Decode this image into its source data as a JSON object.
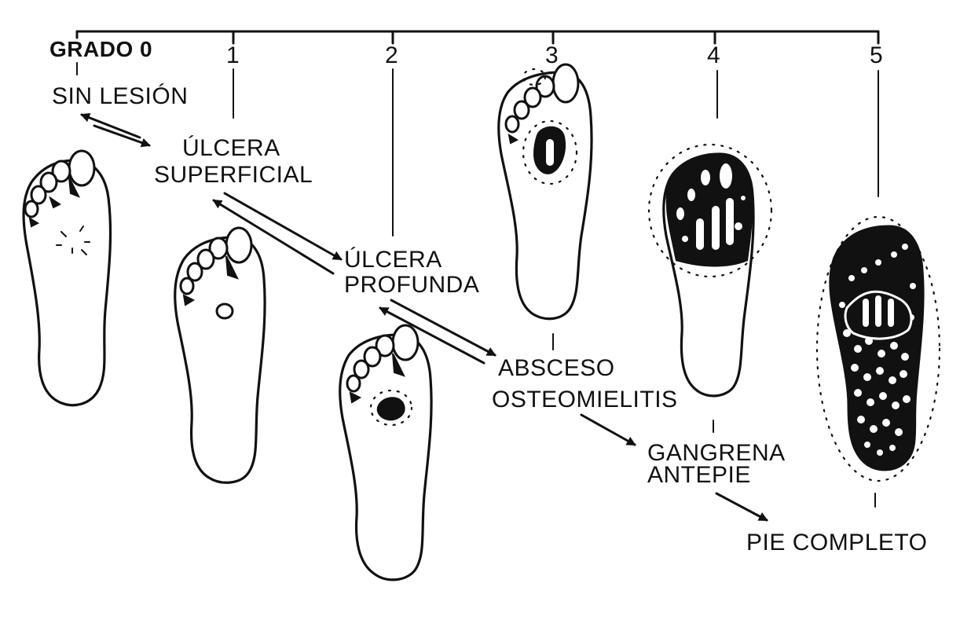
{
  "grades": [
    {
      "number": "GRADO 0",
      "label_lines": [
        "SIN LESIÓN"
      ]
    },
    {
      "number": "1",
      "label_lines": [
        "ÚLCERA",
        "SUPERFICIAL"
      ]
    },
    {
      "number": "2",
      "label_lines": [
        "ÚLCERA",
        "PROFUNDA"
      ]
    },
    {
      "number": "3",
      "label_lines": [
        "ABSCESO",
        "OSTEOMIELITIS"
      ]
    },
    {
      "number": "4",
      "label_lines": [
        "GANGRENA",
        "ANTEPIE"
      ]
    },
    {
      "number": "5",
      "label_lines": [
        "PIE COMPLETO"
      ]
    }
  ],
  "colors": {
    "ink": "#111111",
    "paper": "#ffffff"
  }
}
